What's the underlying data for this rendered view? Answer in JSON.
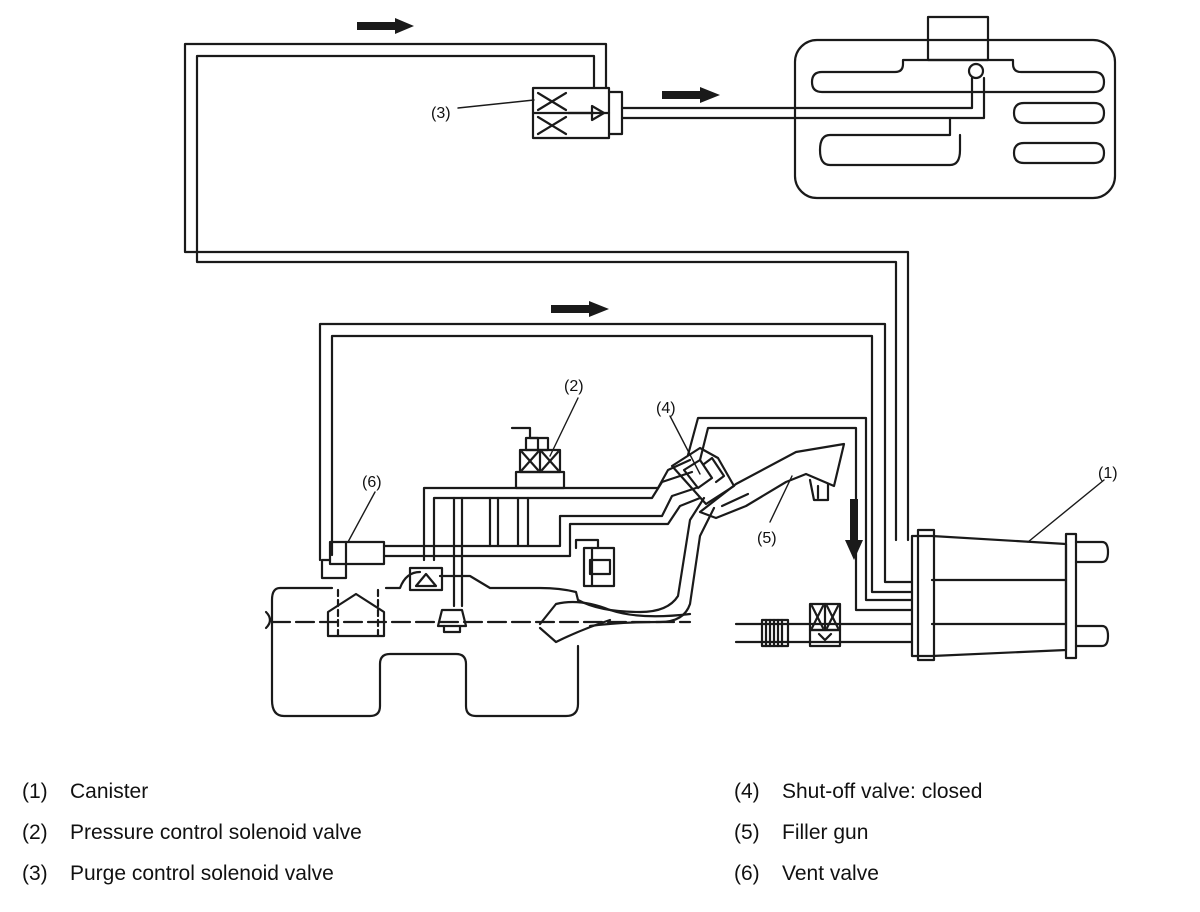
{
  "callouts": {
    "c1": "(1)",
    "c2": "(2)",
    "c3": "(3)",
    "c4": "(4)",
    "c5": "(5)",
    "c6": "(6)"
  },
  "legend": [
    {
      "num": "(1)",
      "label": "Canister"
    },
    {
      "num": "(2)",
      "label": "Pressure control solenoid valve"
    },
    {
      "num": "(3)",
      "label": "Purge control solenoid valve"
    },
    {
      "num": "(4)",
      "label": "Shut-off valve: closed"
    },
    {
      "num": "(5)",
      "label": "Filler gun"
    },
    {
      "num": "(6)",
      "label": "Vent valve"
    }
  ],
  "colors": {
    "line": "#1a1a1a",
    "background": "#ffffff"
  }
}
